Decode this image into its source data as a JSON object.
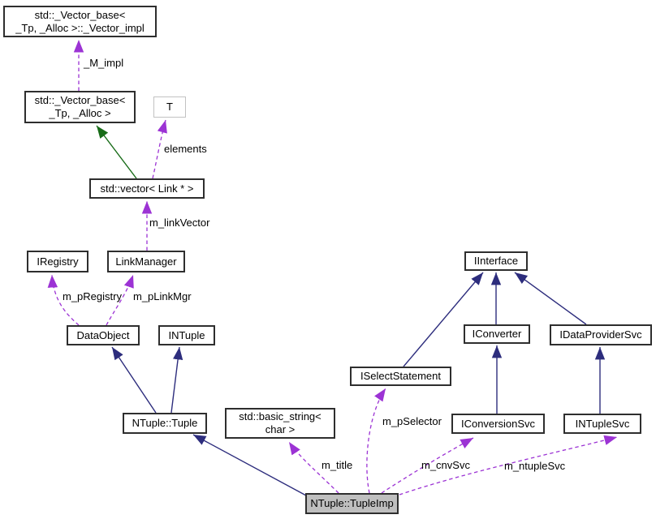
{
  "diagram": {
    "kind": "collaboration-graph",
    "colors": {
      "inheritance": "#2d2d7d",
      "protected_inheritance": "#176b17",
      "usage": "#9c33d4",
      "node_border": "#2e2e2e",
      "template_node_border": "#c2c2c2",
      "selected_node_fill": "#bfbfbf",
      "background": "#ffffff"
    },
    "nodes": {
      "vectorImpl": {
        "label": "std::_Vector_base<\n _Tp, _Alloc >::_Vector_impl"
      },
      "vectorBase": {
        "label": "std::_Vector_base<\n _Tp, _Alloc >"
      },
      "tparam": {
        "label": "T"
      },
      "vectorLink": {
        "label": "std::vector< Link * >"
      },
      "iregistry": {
        "label": "IRegistry"
      },
      "linkManager": {
        "label": "LinkManager"
      },
      "dataObject": {
        "label": "DataObject"
      },
      "intuple": {
        "label": "INTuple"
      },
      "tuple": {
        "label": "NTuple::Tuple"
      },
      "basicString": {
        "label": "std::basic_string<\n char >"
      },
      "iinterface": {
        "label": "IInterface"
      },
      "iconverter": {
        "label": "IConverter"
      },
      "idataProviderSvc": {
        "label": "IDataProviderSvc"
      },
      "iselectStatement": {
        "label": "ISelectStatement"
      },
      "iconversionSvc": {
        "label": "IConversionSvc"
      },
      "intupleSvc": {
        "label": "INTupleSvc"
      },
      "tupleImp": {
        "label": "NTuple::TupleImp"
      }
    },
    "edge_labels": {
      "m_impl": "_M_impl",
      "elements": "elements",
      "m_linkVector": "m_linkVector",
      "m_pRegistry": "m_pRegistry",
      "m_pLinkMgr": "m_pLinkMgr",
      "m_pSelector": "m_pSelector",
      "m_title": "m_title",
      "m_cnvSvc": "m_cnvSvc",
      "m_ntupleSvc": "m_ntupleSvc"
    }
  }
}
